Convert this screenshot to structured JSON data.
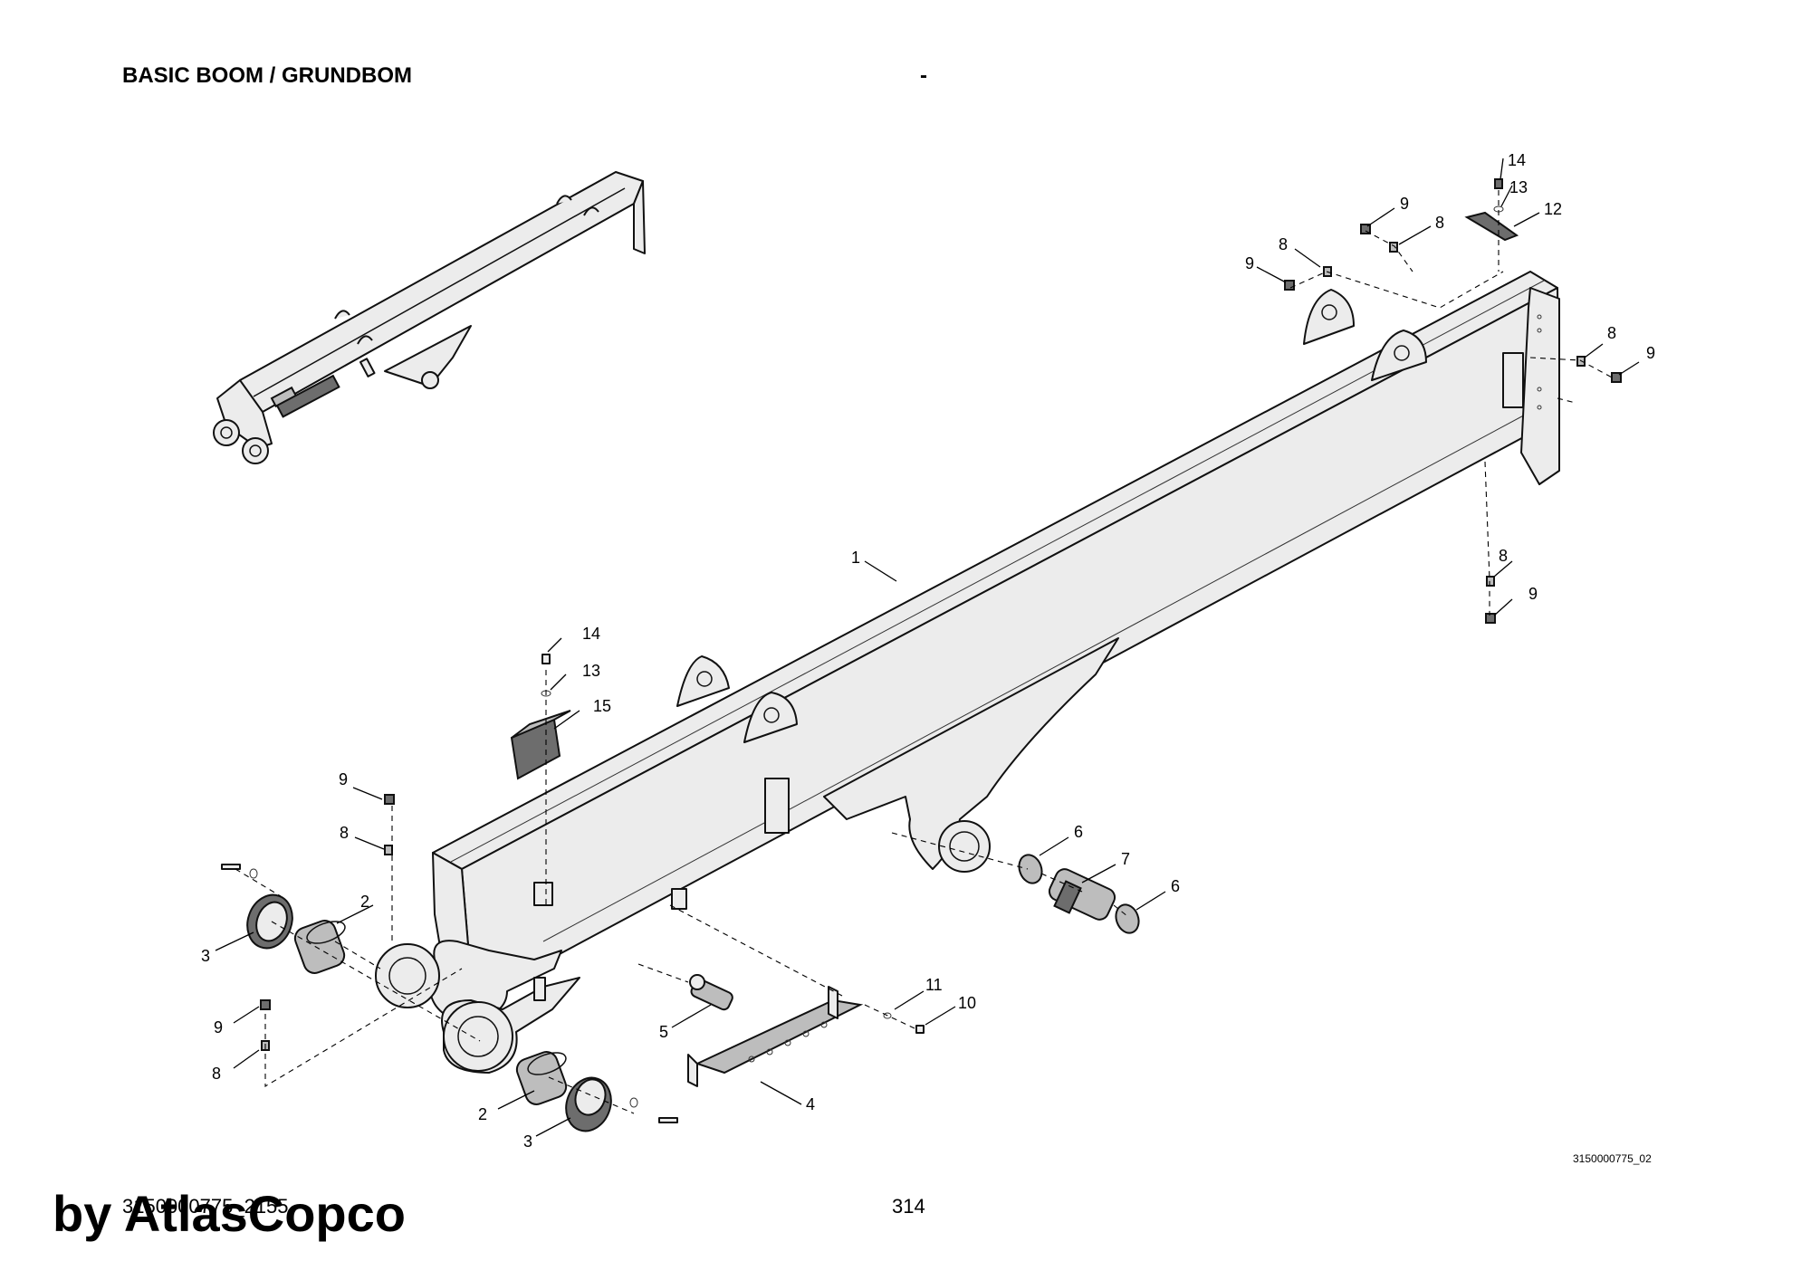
{
  "header": {
    "title": "BASIC BOOM / GRUNDBOM",
    "dash": "-"
  },
  "footer": {
    "drawing_id": "3150000775_02",
    "doc_number": "3150000775_2155",
    "page_number": "314",
    "watermark": "by AtlasCopco"
  },
  "callouts": [
    "1",
    "2",
    "3",
    "2",
    "3",
    "4",
    "5",
    "6",
    "7",
    "6",
    "8",
    "9",
    "8",
    "9",
    "8",
    "9",
    "8",
    "9",
    "8",
    "9",
    "10",
    "11",
    "12",
    "13",
    "14",
    "13",
    "14",
    "15"
  ]
}
